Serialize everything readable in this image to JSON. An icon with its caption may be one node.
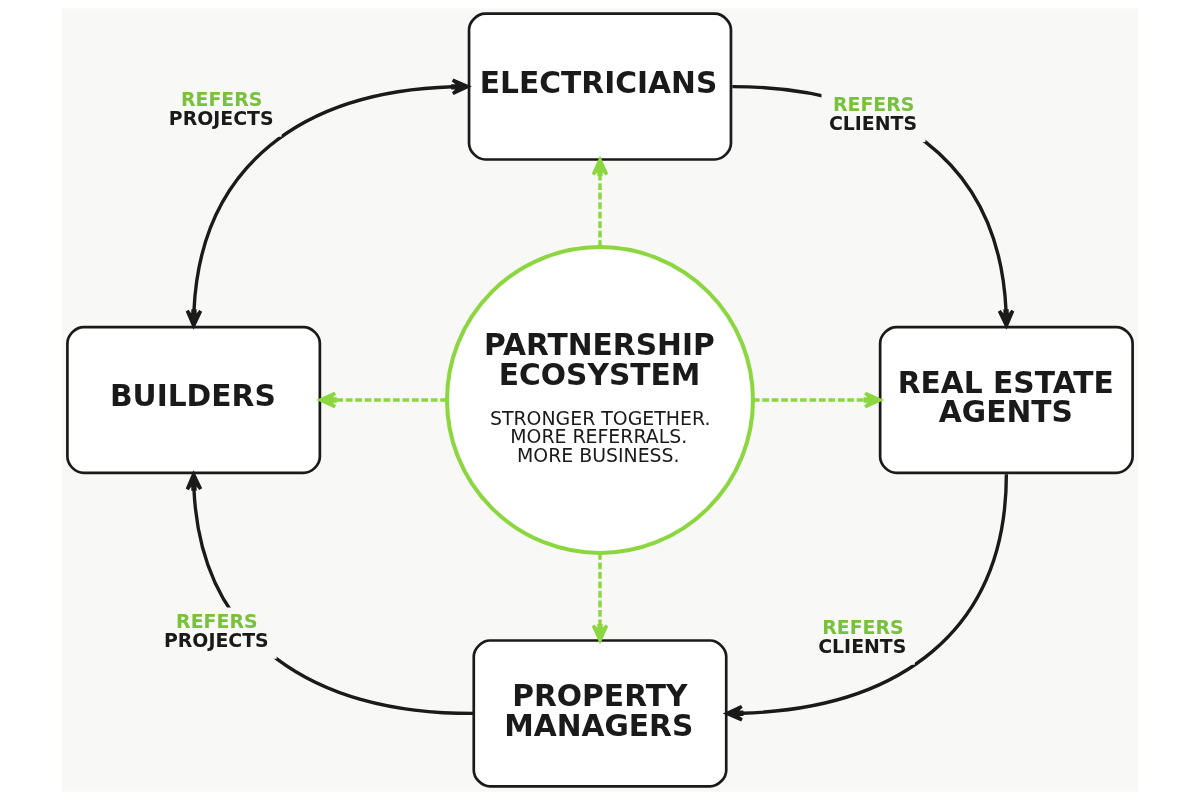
{
  "diagram": {
    "nodes": [
      {
        "text": [
          "ELECTRICIANS"
        ]
      },
      {
        "text": [
          "BUILDERS"
        ]
      },
      {
        "text": [
          "PARTNERSHIP ECOSYSTEM",
          "STRONGER TOGETHER. MORE REFERRALS. MORE BUSINESS."
        ]
      },
      {
        "text": [
          "REAL ESTATE AGENTS"
        ]
      },
      {
        "text": [
          "PROPERTY MANAGERS"
        ]
      }
    ],
    "edges": [
      {
        "from": 0,
        "to": 1,
        "arrow": "both",
        "label": "REFERS PROJECTS"
      },
      {
        "from": 0,
        "to": 3,
        "arrow": "to",
        "label": "REFERS CLIENTS"
      },
      {
        "from": 3,
        "to": 4,
        "arrow": "to",
        "label": "REFERS CLIENTS"
      },
      {
        "from": 4,
        "to": 1,
        "arrow": "to",
        "label": "REFERS PROJECTS"
      },
      {
        "from": 2,
        "to": 0,
        "arrow": "to",
        "style": "dashed",
        "color": "#8cd63f"
      },
      {
        "from": 2,
        "to": 1,
        "arrow": "to",
        "style": "dashed",
        "color": "#8cd63f"
      },
      {
        "from": 2,
        "to": 3,
        "arrow": "to",
        "style": "dashed",
        "color": "#8cd63f"
      },
      {
        "from": 2,
        "to": 4,
        "arrow": "to",
        "style": "dashed",
        "color": "#8cd63f"
      }
    ]
  }
}
